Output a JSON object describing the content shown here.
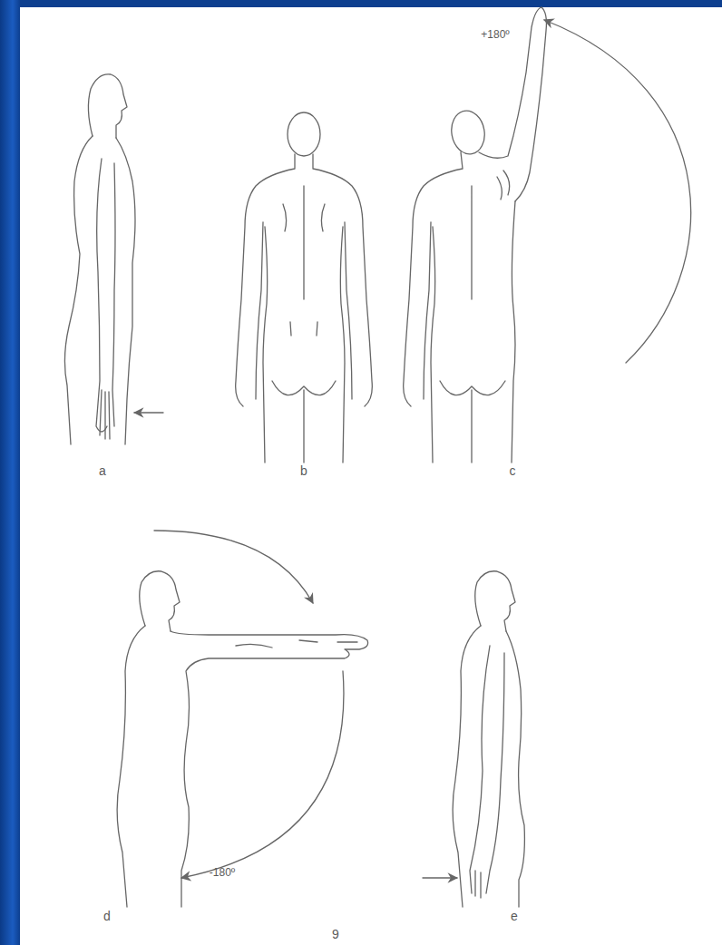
{
  "diagram": {
    "labels": [
      "+180º",
      "a",
      "b",
      "c",
      "-180º",
      "d",
      "e",
      "9"
    ]
  }
}
